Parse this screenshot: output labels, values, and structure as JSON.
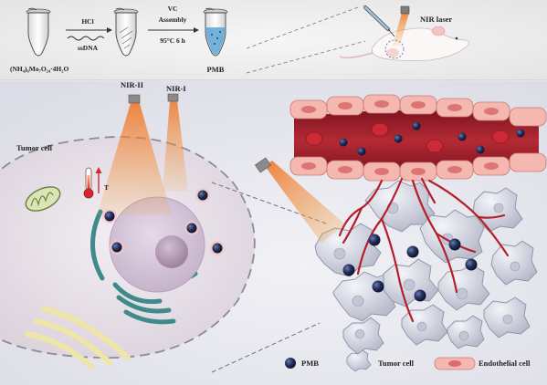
{
  "top_panel": {
    "reagent_formula": "(NH₄)₆Mo₇O₂₄·4H₂O",
    "step1_top": "HCl",
    "step1_bottom": "ssDNA",
    "step2_line1": "VC",
    "step2_line2": "Assembly",
    "step2_bottom": "95°C  6 h",
    "product": "PMB",
    "laser_label": "NIR laser"
  },
  "main_panel": {
    "nir_ii": "NIR-II",
    "nir_i": "NIR-I",
    "tumor_cell_title": "Tumor cell",
    "temp_symbol": "T"
  },
  "legend": {
    "pmb": "PMB",
    "tumor_cell": "Tumor cell",
    "endothelial": "Endothelial cell"
  },
  "colors": {
    "beam": "#f08030",
    "nanoparticle": "#1e2a4a",
    "vessel_red": "#a31f2a",
    "endothelial_pink": "#f2b2aa",
    "tumor_cell_gray": "#d6d8e2",
    "background_top": "#eeeeee",
    "background_main": "#e7e7ee"
  }
}
